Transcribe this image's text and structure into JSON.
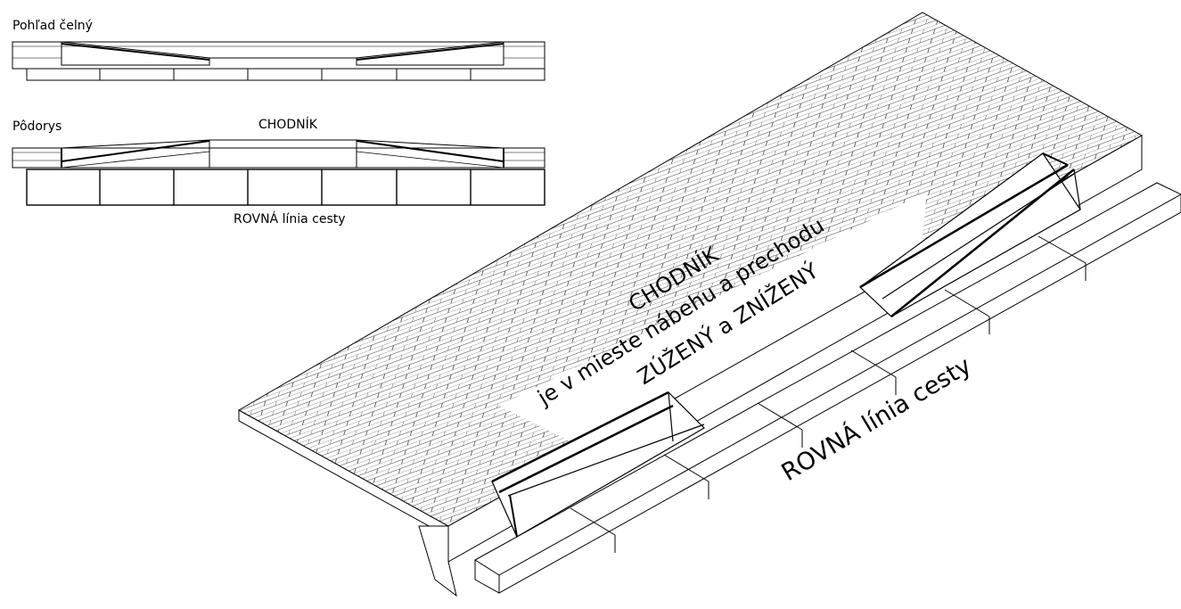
{
  "front_view": {
    "label": "Pohľad čelný"
  },
  "plan_view": {
    "label": "Pôdorys",
    "sidewalk_label": "CHODNÍK",
    "road_label": "ROVNÁ línia cesty"
  },
  "isometric": {
    "note_lines": [
      "CHODNÍK",
      "je v mieste nábehu a prechodu",
      "ZÚŽENÝ a ZNÍŽENÝ"
    ],
    "road_label": "ROVNÁ línia cesty"
  },
  "colors": {
    "line": "#000000",
    "background": "#ffffff",
    "paving": "#555555"
  }
}
